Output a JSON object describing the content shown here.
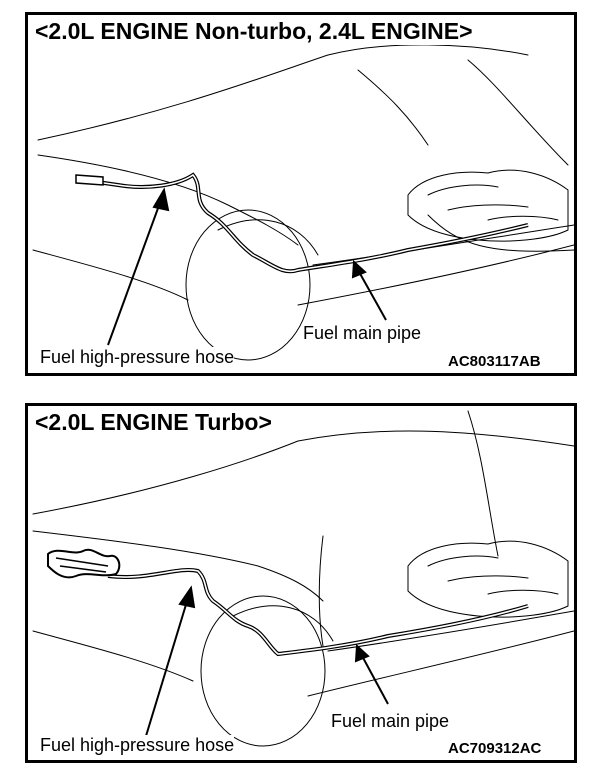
{
  "panels": [
    {
      "title": "<2.0L ENGINE Non-turbo, 2.4L ENGINE>",
      "label_hose": "Fuel high-pressure hose",
      "label_pipe": "Fuel main pipe",
      "code": "AC803117AB"
    },
    {
      "title": "<2.0L ENGINE Turbo>",
      "label_hose": "Fuel high-pressure hose",
      "label_pipe": "Fuel main pipe",
      "code": "AC709312AC"
    }
  ]
}
